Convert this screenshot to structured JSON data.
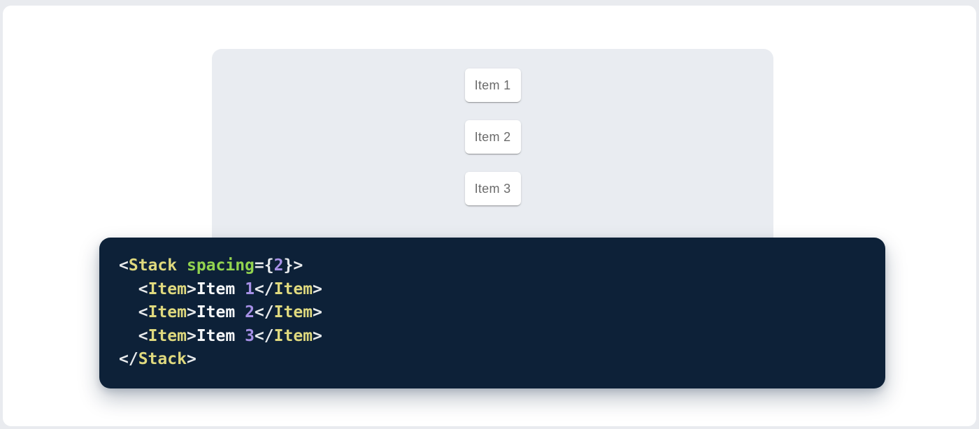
{
  "colors": {
    "page_bg": "#e9ebef",
    "card_bg": "#ffffff",
    "panel_bg": "#e9ecf1",
    "item_bg": "#ffffff",
    "item_text": "#6b6b6b",
    "code_bg": "#0d2138",
    "code_tag": "#dfd97e",
    "code_attr": "#92d34f",
    "code_number": "#a690e6",
    "code_punct": "#e7eaec",
    "code_text": "#f4f6f8"
  },
  "demo": {
    "items": [
      {
        "label": "Item 1"
      },
      {
        "label": "Item 2"
      },
      {
        "label": "Item 3"
      }
    ]
  },
  "code": {
    "language": "jsx",
    "lines": [
      [
        {
          "text": "<",
          "type": "punct"
        },
        {
          "text": "Stack",
          "type": "tag"
        },
        {
          "text": " ",
          "type": "plain"
        },
        {
          "text": "spacing",
          "type": "attr"
        },
        {
          "text": "=",
          "type": "punct"
        },
        {
          "text": "{",
          "type": "punct"
        },
        {
          "text": "2",
          "type": "number"
        },
        {
          "text": "}",
          "type": "punct"
        },
        {
          "text": ">",
          "type": "punct"
        }
      ],
      [
        {
          "text": "  ",
          "type": "plain"
        },
        {
          "text": "<",
          "type": "punct"
        },
        {
          "text": "Item",
          "type": "tag"
        },
        {
          "text": ">",
          "type": "punct"
        },
        {
          "text": "Item ",
          "type": "text"
        },
        {
          "text": "1",
          "type": "number"
        },
        {
          "text": "</",
          "type": "punct"
        },
        {
          "text": "Item",
          "type": "tag"
        },
        {
          "text": ">",
          "type": "punct"
        }
      ],
      [
        {
          "text": "  ",
          "type": "plain"
        },
        {
          "text": "<",
          "type": "punct"
        },
        {
          "text": "Item",
          "type": "tag"
        },
        {
          "text": ">",
          "type": "punct"
        },
        {
          "text": "Item ",
          "type": "text"
        },
        {
          "text": "2",
          "type": "number"
        },
        {
          "text": "</",
          "type": "punct"
        },
        {
          "text": "Item",
          "type": "tag"
        },
        {
          "text": ">",
          "type": "punct"
        }
      ],
      [
        {
          "text": "  ",
          "type": "plain"
        },
        {
          "text": "<",
          "type": "punct"
        },
        {
          "text": "Item",
          "type": "tag"
        },
        {
          "text": ">",
          "type": "punct"
        },
        {
          "text": "Item ",
          "type": "text"
        },
        {
          "text": "3",
          "type": "number"
        },
        {
          "text": "</",
          "type": "punct"
        },
        {
          "text": "Item",
          "type": "tag"
        },
        {
          "text": ">",
          "type": "punct"
        }
      ],
      [
        {
          "text": "</",
          "type": "punct"
        },
        {
          "text": "Stack",
          "type": "tag"
        },
        {
          "text": ">",
          "type": "punct"
        }
      ]
    ]
  }
}
